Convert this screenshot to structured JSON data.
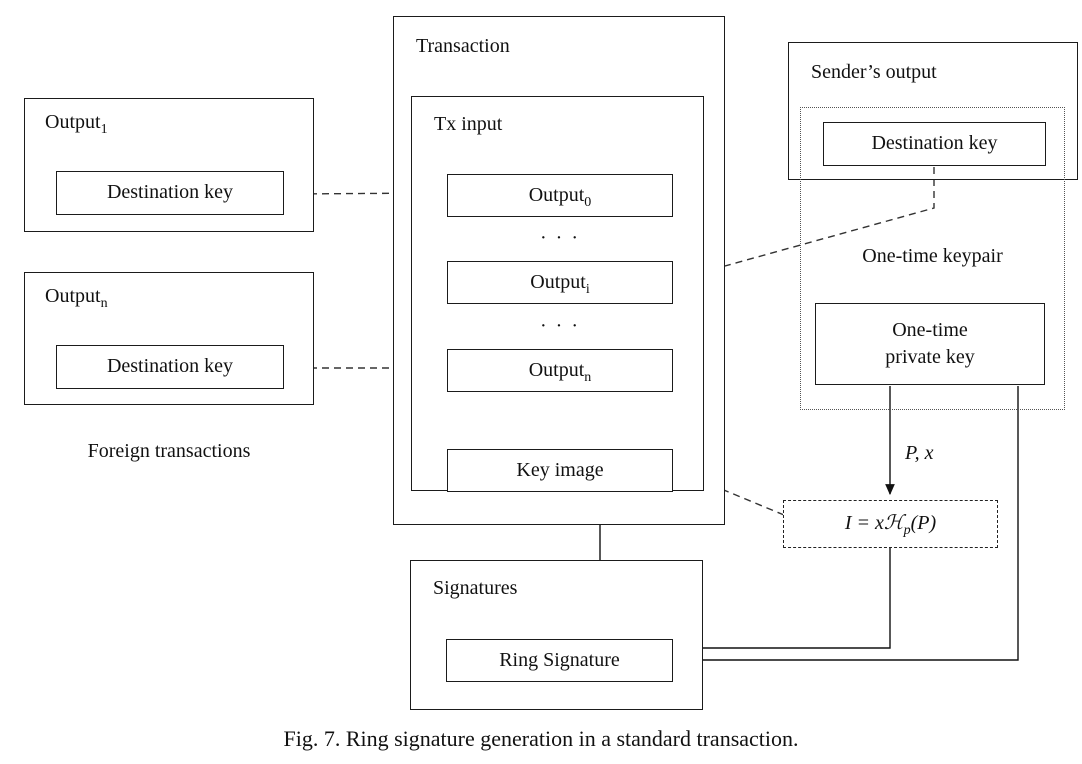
{
  "caption": "Fig. 7. Ring signature generation in a standard transaction.",
  "foreign": {
    "label": "Foreign transactions",
    "output1": {
      "base": "Output",
      "sub": "1",
      "key_label": "Destination key"
    },
    "outputn": {
      "base": "Output",
      "sub": "n",
      "key_label": "Destination key"
    }
  },
  "transaction": {
    "title": "Transaction",
    "tx_input": {
      "title": "Tx input",
      "output0": {
        "base": "Output",
        "sub": "0"
      },
      "outputi": {
        "base": "Output",
        "sub": "i"
      },
      "outputn": {
        "base": "Output",
        "sub": "n"
      },
      "dots": "· · ·",
      "key_image": "Key image"
    }
  },
  "signatures": {
    "title": "Signatures",
    "ring_signature": "Ring Signature"
  },
  "sender": {
    "title": "Sender’s output",
    "destination_key": "Destination key",
    "keypair_label": "One-time keypair",
    "private_key": {
      "line1": "One-time",
      "line2": "private key"
    }
  },
  "labels": {
    "px": "P, x",
    "identity": {
      "prefix": "I = x",
      "hash": "ℋ",
      "sub": "p",
      "suffix": "(P)"
    }
  }
}
